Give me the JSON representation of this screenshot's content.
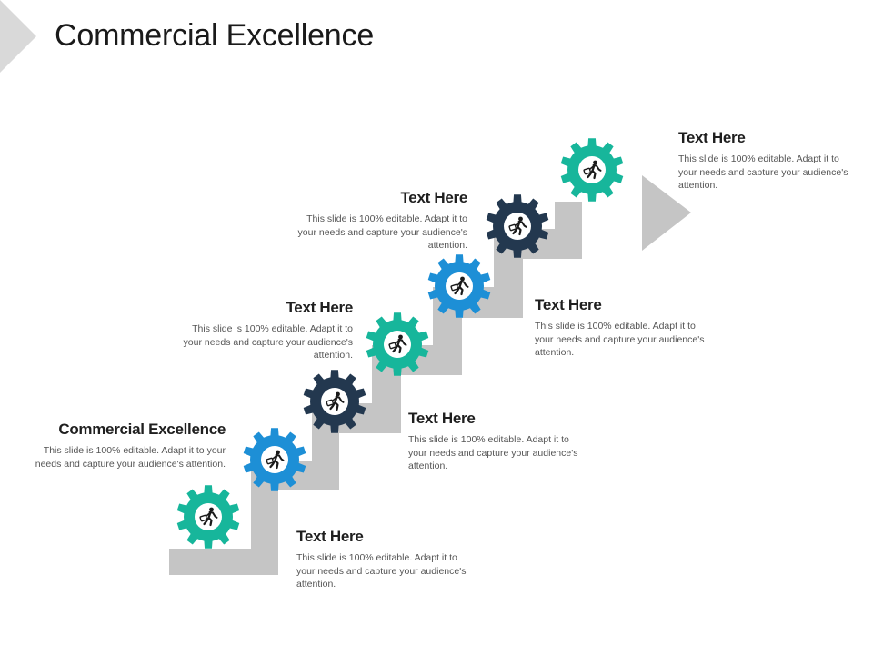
{
  "title": "Commercial Excellence",
  "colors": {
    "teal": "#17b69b",
    "navy": "#23384f",
    "blue": "#1d8fd6",
    "stair": "#c5c5c5",
    "corner": "#d9d9d9"
  },
  "gears": [
    {
      "color": "teal",
      "icon": "person-walking-with-briefcase-icon"
    },
    {
      "color": "blue",
      "icon": "person-walking-with-briefcase-icon"
    },
    {
      "color": "navy",
      "icon": "person-walking-with-briefcase-icon"
    },
    {
      "color": "teal",
      "icon": "person-walking-with-briefcase-icon"
    },
    {
      "color": "blue",
      "icon": "person-walking-with-briefcase-icon"
    },
    {
      "color": "navy",
      "icon": "person-walking-with-briefcase-icon"
    },
    {
      "color": "teal",
      "icon": "person-walking-with-briefcase-icon"
    }
  ],
  "blocks": [
    {
      "heading": "Text Here",
      "body": "This slide is 100% editable. Adapt it to your needs and capture your audience's attention."
    },
    {
      "heading": "Commercial Excellence",
      "body": "This slide is 100% editable. Adapt it to your needs and capture your audience's attention."
    },
    {
      "heading": "Text Here",
      "body": "This slide is 100% editable. Adapt it to your needs and capture your audience's attention."
    },
    {
      "heading": "Text Here",
      "body": "This slide is 100% editable. Adapt it to your needs and capture your audience's attention."
    },
    {
      "heading": "Text Here",
      "body": "This slide is 100% editable. Adapt it to your needs and capture your audience's attention."
    },
    {
      "heading": "Text Here",
      "body": "This slide is 100% editable. Adapt it to your needs and capture your audience's attention."
    },
    {
      "heading": "Text Here",
      "body": "This slide is 100% editable. Adapt it to your needs and capture your audience's attention."
    }
  ]
}
